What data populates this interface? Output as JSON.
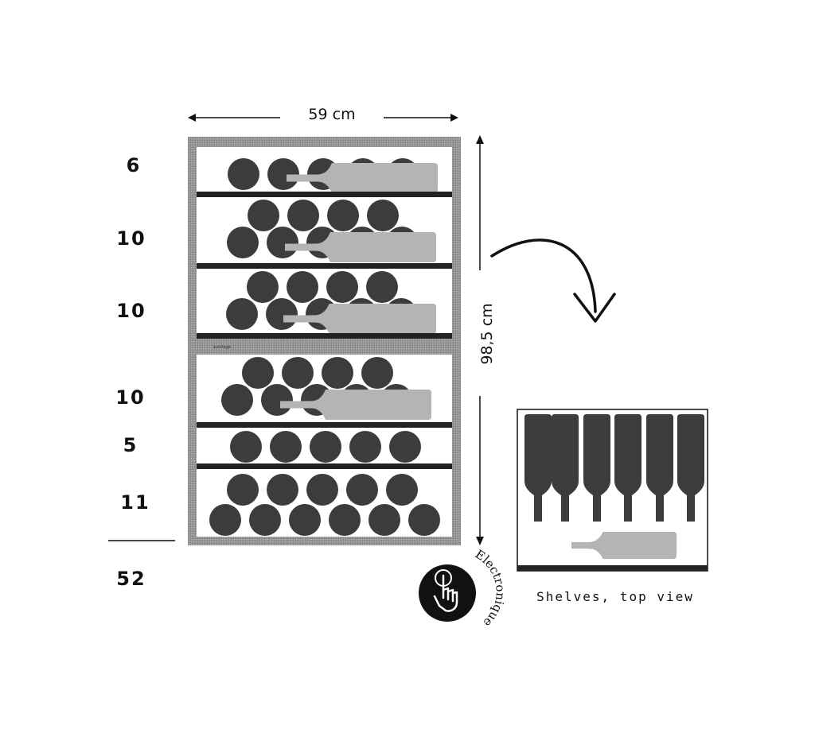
{
  "cabinet": {
    "width_label": "59 cm",
    "height_label": "98,5 cm",
    "brand_label": "avintage"
  },
  "shelves": [
    {
      "id": "shelf-1",
      "count": "6",
      "bottles_visible": 5,
      "layout": "single",
      "side_bottle": true
    },
    {
      "id": "shelf-2",
      "count": "10",
      "bottles_visible": 9,
      "layout": "stacked",
      "side_bottle": true
    },
    {
      "id": "shelf-3",
      "count": "10",
      "bottles_visible": 9,
      "layout": "stacked",
      "side_bottle": true
    },
    {
      "id": "shelf-4",
      "count": "10",
      "bottles_visible": 9,
      "layout": "stacked",
      "side_bottle": true
    },
    {
      "id": "shelf-5",
      "count": "5",
      "bottles_visible": 5,
      "layout": "single",
      "side_bottle": false
    },
    {
      "id": "shelf-6",
      "count": "11",
      "bottles_visible": 11,
      "layout": "stacked",
      "side_bottle": false
    }
  ],
  "total": {
    "count": "52"
  },
  "badge": {
    "label": "Electronique",
    "icon": "touch-hand-icon"
  },
  "top_view": {
    "caption": "Shelves, top view",
    "upright_bottles": 6,
    "lying_bottles": 1
  },
  "colors": {
    "bottle_dark": "#3c3c3c",
    "bottle_light": "#b4b4b4",
    "frame": "#9a9a9a",
    "shelf_bar": "#222222",
    "text": "#111111"
  }
}
